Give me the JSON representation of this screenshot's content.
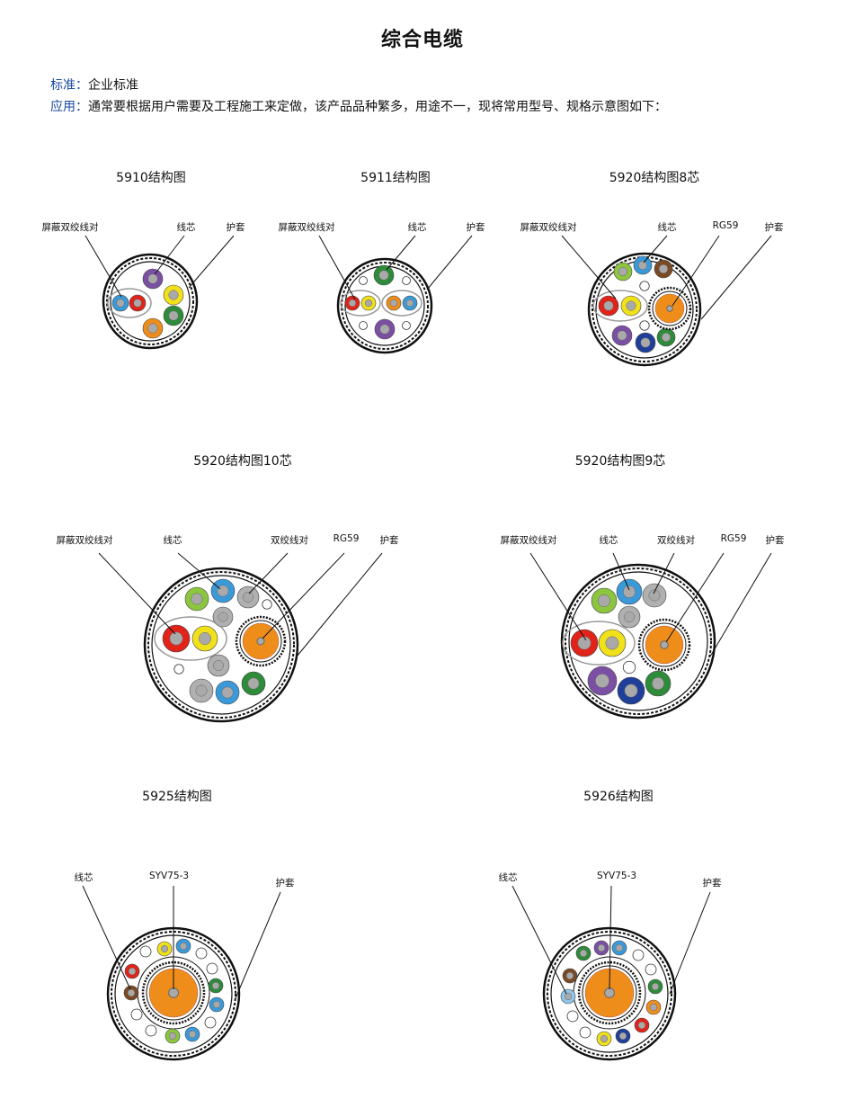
{
  "title": "综合电缆",
  "standard": {
    "key": "标准：",
    "value": "企业标准"
  },
  "application": {
    "key": "应用：",
    "value": "通常要根据用户需要及工程施工来定做，该产品品种繁多，用途不一，现将常用型号、规格示意图如下："
  },
  "colors": {
    "accent": "#1a4aa0"
  },
  "diagrams": [
    {
      "title": "5910结构图",
      "labels": [
        "屏蔽双绞线对",
        "线芯",
        "护套"
      ]
    },
    {
      "title": "5911结构图",
      "labels": [
        "屏蔽双绞线对",
        "线芯",
        "护套"
      ]
    },
    {
      "title": "5920结构图8芯",
      "labels": [
        "屏蔽双绞线对",
        "线芯",
        "RG59",
        "护套"
      ]
    },
    {
      "title": "5920结构图10芯",
      "labels": [
        "屏蔽双绞线对",
        "线芯",
        "双绞线对",
        "RG59",
        "护套"
      ]
    },
    {
      "title": "5920结构图9芯",
      "labels": [
        "屏蔽双绞线对",
        "线芯",
        "双绞线对",
        "RG59",
        "护套"
      ]
    },
    {
      "title": "5925结构图",
      "labels": [
        "线芯",
        "SYV75-3",
        "护套"
      ]
    },
    {
      "title": "5926结构图",
      "labels": [
        "线芯",
        "SYV75-3",
        "护套"
      ]
    }
  ]
}
